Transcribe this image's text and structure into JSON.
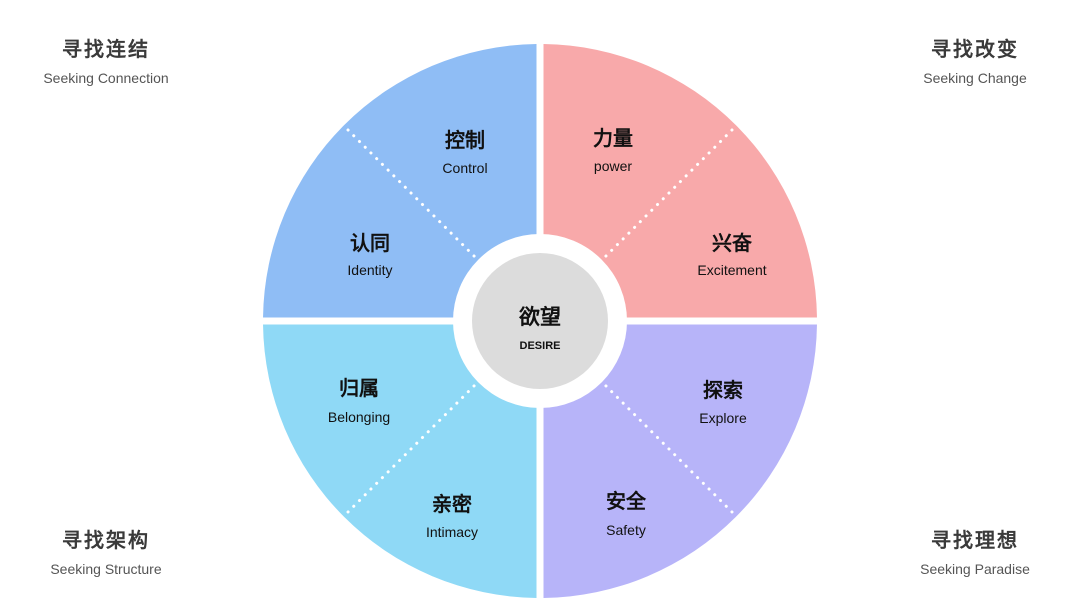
{
  "corners": {
    "top_left": {
      "zh": "寻找连结",
      "en": "Seeking Connection"
    },
    "top_right": {
      "zh": "寻找改变",
      "en": "Seeking Change"
    },
    "bottom_left": {
      "zh": "寻找架构",
      "en": "Seeking Structure"
    },
    "bottom_right": {
      "zh": "寻找理想",
      "en": "Seeking Paradise"
    }
  },
  "center": {
    "zh": "欲望",
    "en": "DESIRE"
  },
  "quadrant_colors": {
    "top_left": "#8fbdf5",
    "top_right": "#f8a9aa",
    "bottom_left": "#8fd9f6",
    "bottom_right": "#b7b4f9",
    "center": "#dcdcdc"
  },
  "segments": {
    "control": {
      "zh": "控制",
      "en": "Control"
    },
    "identity": {
      "zh": "认同",
      "en": "Identity"
    },
    "power": {
      "zh": "力量",
      "en": "power"
    },
    "excitement": {
      "zh": "兴奋",
      "en": "Excitement"
    },
    "belonging": {
      "zh": "归属",
      "en": "Belonging"
    },
    "intimacy": {
      "zh": "亲密",
      "en": "Intimacy"
    },
    "explore": {
      "zh": "探索",
      "en": "Explore"
    },
    "safety": {
      "zh": "安全",
      "en": "Safety"
    }
  }
}
